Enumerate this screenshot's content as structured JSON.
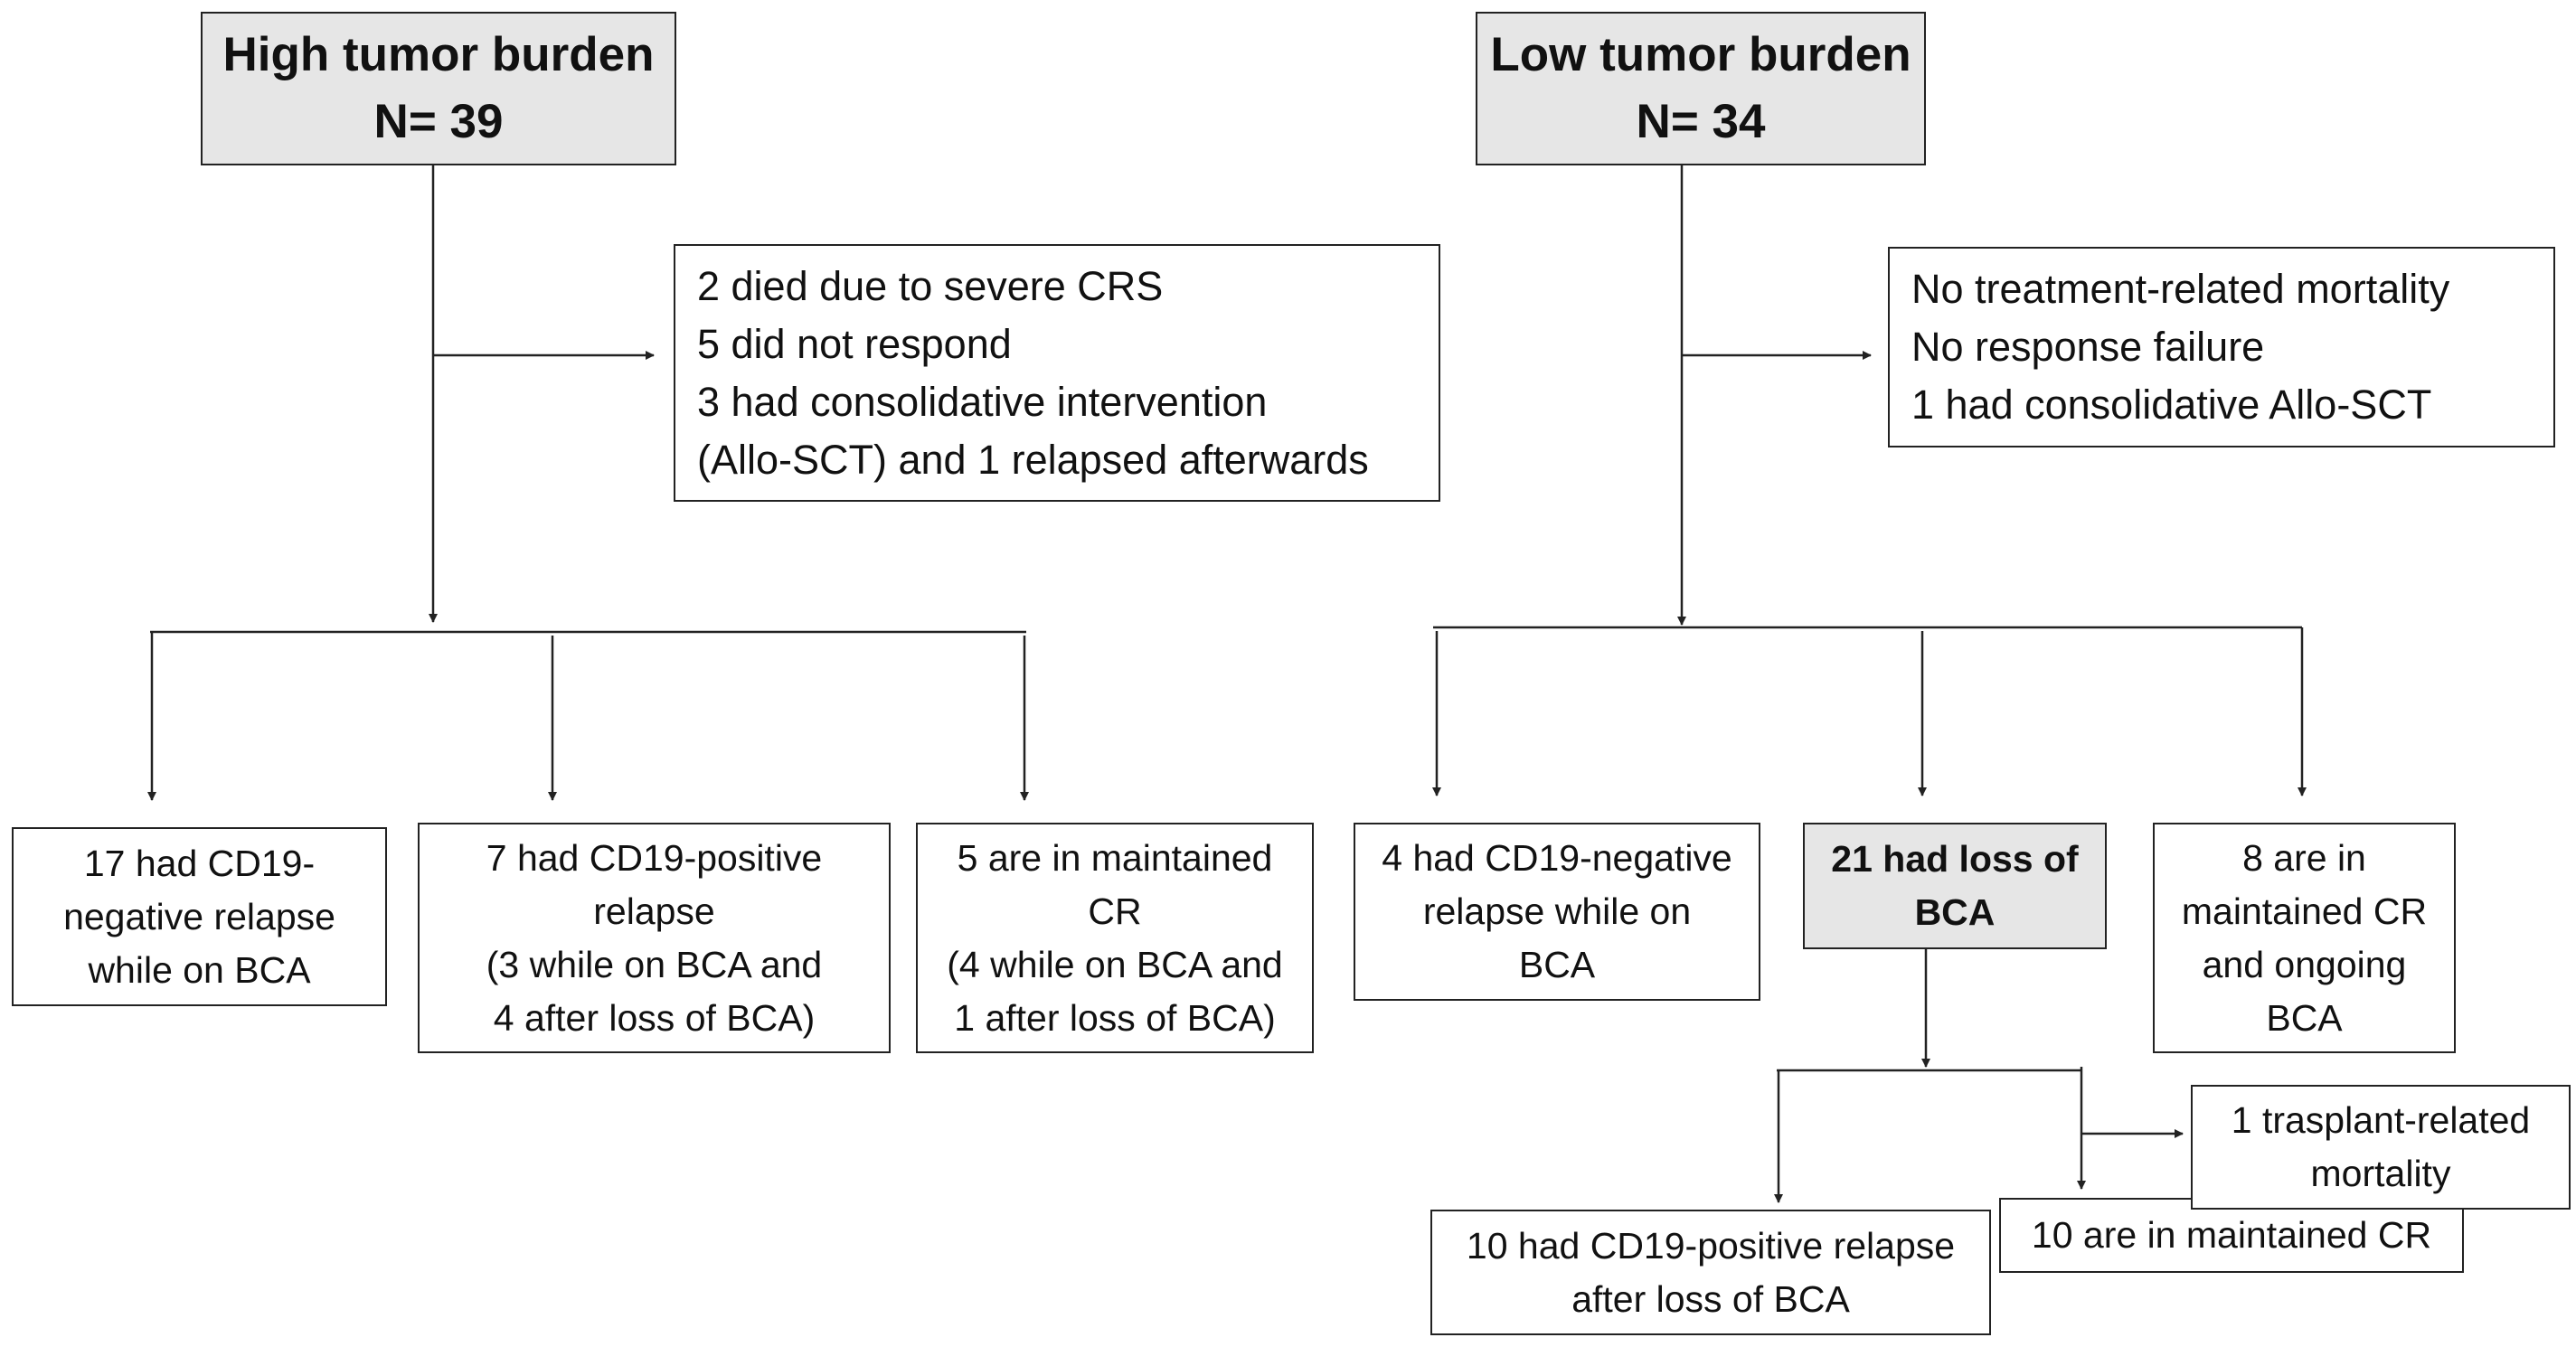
{
  "high": {
    "header": [
      "High tumor burden",
      "N= 39"
    ],
    "side": [
      "2 died due to severe CRS",
      "5 did not respond",
      "3 had consolidative intervention",
      "(Allo-SCT) and 1 relapsed afterwards"
    ],
    "outcomes": [
      [
        "17 had CD19-",
        "negative relapse",
        "while on BCA"
      ],
      [
        "7 had CD19-positive",
        "relapse",
        "(3 while on BCA and",
        "4 after loss of BCA)"
      ],
      [
        "5 are in maintained",
        "CR",
        "(4 while on BCA and",
        "1 after loss of BCA)"
      ]
    ]
  },
  "low": {
    "header": [
      "Low tumor burden",
      "N= 34"
    ],
    "side": [
      "No treatment-related mortality",
      "No response failure",
      "1 had consolidative Allo-SCT"
    ],
    "outcomes": [
      [
        "4 had CD19-negative",
        "relapse while on",
        "BCA"
      ],
      [
        "21 had loss of",
        "BCA"
      ],
      [
        "8 are in",
        "maintained CR",
        "and ongoing",
        "BCA"
      ]
    ],
    "sub": {
      "relapse": [
        "10 had CD19-positive relapse",
        "after loss of BCA"
      ],
      "maintained": [
        "10 are in maintained CR"
      ],
      "mortality": [
        "1 trasplant-related",
        "mortality"
      ]
    }
  }
}
